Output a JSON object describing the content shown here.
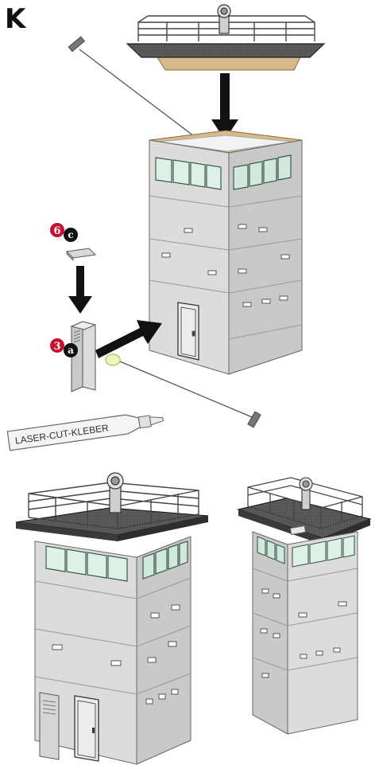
{
  "step_letter": "K",
  "markers": [
    {
      "number": "6",
      "letter": "c"
    },
    {
      "number": "3",
      "letter": "a"
    }
  ],
  "glue_label": "LASER-CUT-KLEBER",
  "colors": {
    "badge_red": "#c8102e",
    "badge_black": "#111111",
    "wall": "#dcdcdc",
    "wall_side": "#c9c9c9",
    "window": "#dff0e6",
    "roof": "#555555",
    "wood": "#d8b98a",
    "arrow": "#111111"
  }
}
